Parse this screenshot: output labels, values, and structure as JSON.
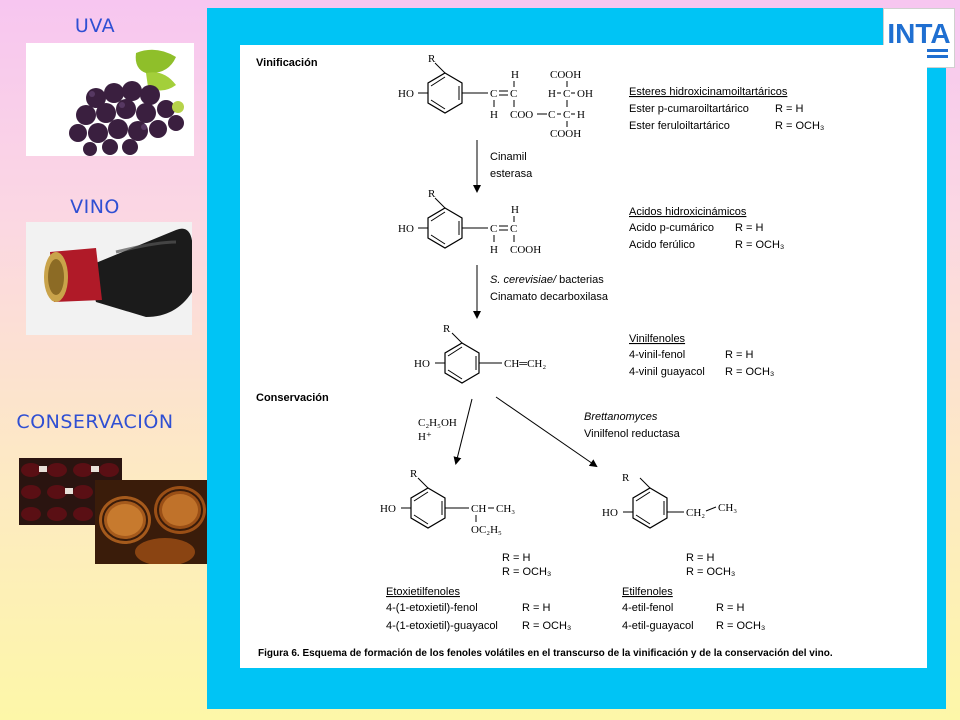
{
  "sidebar": {
    "uva_label": "UVA",
    "vino_label": "VINO",
    "conservacion_label": "CONSERVACIÓN"
  },
  "logo": {
    "text": "INTA",
    "color": "#1f6fd1",
    "stripe_color": "#1f6fd1"
  },
  "colors": {
    "panel_cyan": "#00c4f5",
    "sidebar_text": "#2f4fd3"
  },
  "diagram": {
    "section_vinificacion": "Vinificación",
    "section_conservacion": "Conservación",
    "groups": {
      "esteres": {
        "title": "Esteres hidroxicinamoiltartáricos",
        "line1_name": "Ester p-cumaroiltartárico",
        "line1_r": "R = H",
        "line2_name": "Ester feruloiltartárico",
        "line2_r": "R = OCH₃"
      },
      "acidos": {
        "title": "Acidos hidroxicinámicos",
        "line1_name": "Acido p-cumárico",
        "line1_r": "R = H",
        "line2_name": "Acido ferúlico",
        "line2_r": "R = OCH₃"
      },
      "vinilfenoles": {
        "title": "Vinilfenoles",
        "line1_name": "4-vinil-fenol",
        "line1_r": "R = H",
        "line2_name": "4-vinil guayacol",
        "line2_r": "R = OCH₃"
      },
      "etoxietilfenoles": {
        "title": "Etoxietilfenoles",
        "line1_name": "4-(1-etoxietil)-fenol",
        "line1_r": "R = H",
        "line2_name": "4-(1-etoxietil)-guayacol",
        "line2_r": "R = OCH₃"
      },
      "etilfenoles": {
        "title": "Etilfenoles",
        "line1_name": "4-etil-fenol",
        "line1_r": "R = H",
        "line2_name": "4-etil-guayacol",
        "line2_r": "R = OCH₃"
      }
    },
    "enzymes": {
      "step1_line1": "Cinamil",
      "step1_line2": "esterasa",
      "step2_line1": "S. cerevisiae/",
      "step2_line1b": " bacterias",
      "step2_line2": "Cinamato decarboxilasa",
      "step3_line1": "Brettanomyces",
      "step3_line2": "Vinilfenol reductasa",
      "ethanol": "C₂H₅OH",
      "ethanol_h": "H⁺"
    },
    "structures": {
      "r": "R",
      "ho": "HO",
      "c": "C",
      "h": "H",
      "cooh": "COOH",
      "coo": "COO",
      "oh": "OH",
      "ch_eq_ch2": "CH═CH₂",
      "ch_ch3": "CH",
      "ch3": "CH₃",
      "oc2h5": "OC₂H₅",
      "ch2": "CH₂",
      "r_h": "R = H",
      "r_och3": "R = OCH₃"
    },
    "caption": "Figura 6.  Esquema de formación de los fenoles volátiles en el transcurso de la vinificación y de la conservación del vino."
  }
}
